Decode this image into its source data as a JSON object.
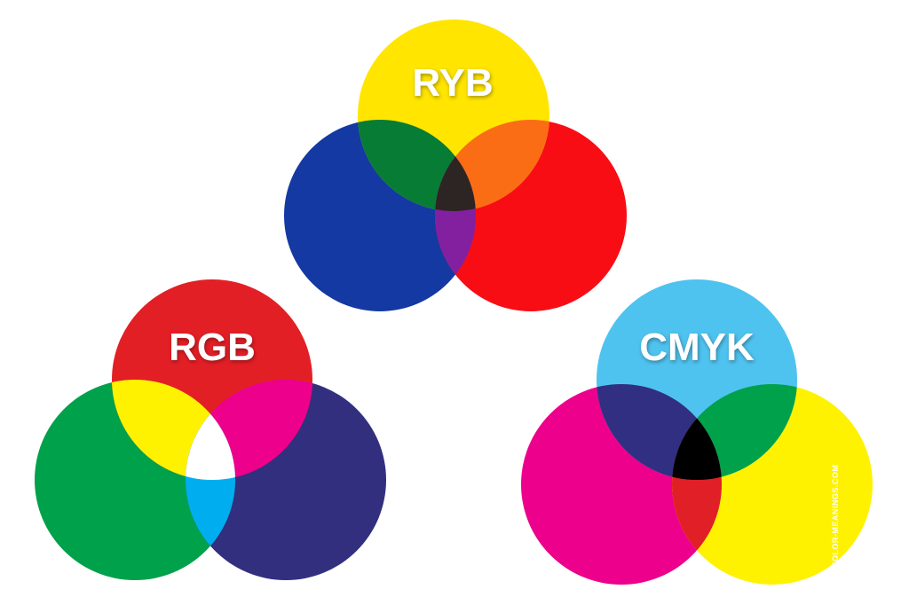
{
  "diagrams": {
    "ryb": {
      "label": "RYB",
      "colors": {
        "top": "#ffe500",
        "left": "#1439a3",
        "right": "#f80d15",
        "top_left": "#077c35",
        "top_right": "#fb6d14",
        "left_right": "#8320a0",
        "center": "#2d2523"
      }
    },
    "rgb": {
      "label": "RGB",
      "colors": {
        "top": "#e31f26",
        "left": "#00a14b",
        "right": "#332f7f",
        "top_left": "#fff200",
        "top_right": "#ec008c",
        "left_right": "#00aeef",
        "center": "#ffffff"
      }
    },
    "cmyk": {
      "label": "CMYK",
      "colors": {
        "top": "#4fc3ef",
        "left": "#ec008c",
        "right": "#fff200",
        "top_left": "#302f82",
        "top_right": "#00a14b",
        "left_right": "#e11f26",
        "center": "#000000"
      }
    }
  },
  "watermark": "COLOR-MEANINGS.COM"
}
